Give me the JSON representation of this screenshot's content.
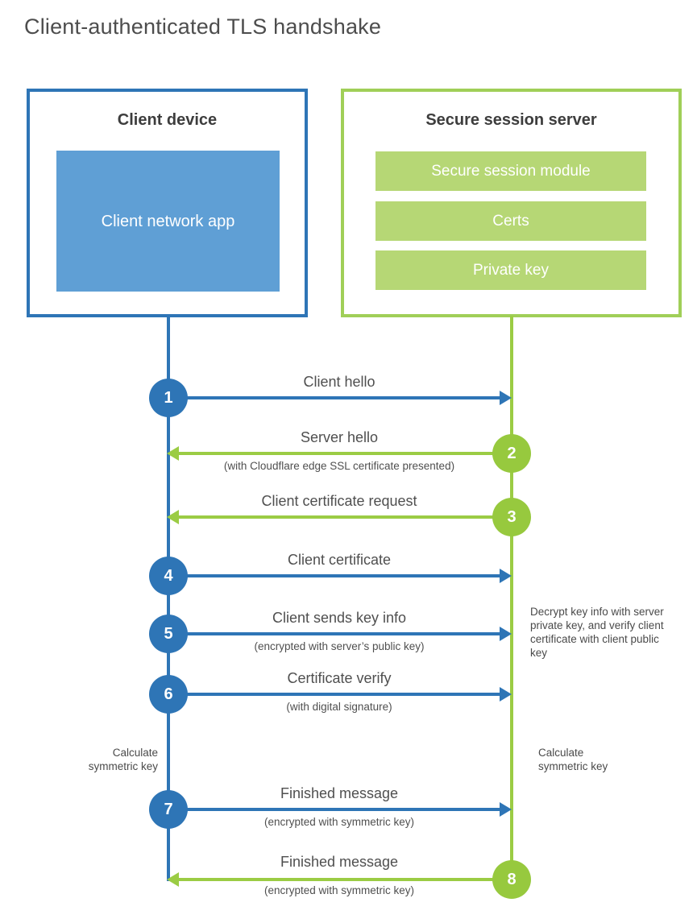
{
  "page": {
    "title": "Client-authenticated TLS handshake"
  },
  "client": {
    "title": "Client device",
    "app_label": "Client network app"
  },
  "server": {
    "title": "Secure session server",
    "modules": [
      {
        "label": "Secure session module"
      },
      {
        "label": "Certs"
      },
      {
        "label": "Private key"
      }
    ]
  },
  "steps": [
    {
      "num": "1",
      "label": "Client hello",
      "sub": "",
      "direction": "right",
      "actor": "client"
    },
    {
      "num": "2",
      "label": "Server hello",
      "sub": "(with Cloudflare edge SSL certificate presented)",
      "direction": "left",
      "actor": "server"
    },
    {
      "num": "3",
      "label": "Client certificate request",
      "sub": "",
      "direction": "left",
      "actor": "server"
    },
    {
      "num": "4",
      "label": "Client certificate",
      "sub": "",
      "direction": "right",
      "actor": "client"
    },
    {
      "num": "5",
      "label": "Client sends key info",
      "sub": "(encrypted with server’s public key)",
      "direction": "right",
      "actor": "client"
    },
    {
      "num": "6",
      "label": "Certificate verify",
      "sub": "(with digital signature)",
      "direction": "right",
      "actor": "client"
    },
    {
      "num": "7",
      "label": "Finished message",
      "sub": "(encrypted with symmetric key)",
      "direction": "right",
      "actor": "client"
    },
    {
      "num": "8",
      "label": "Finished message",
      "sub": "(encrypted with symmetric key)",
      "direction": "left",
      "actor": "server"
    }
  ],
  "notes": {
    "decrypt": "Decrypt key info with server private key, and verify client certificate with client public key",
    "calc_left": "Calculate symmetric key",
    "calc_right": "Calculate symmetric key"
  },
  "colors": {
    "client_accent": "#2e75b6",
    "client_fill": "#5f9fd5",
    "server_accent": "#9bcc44",
    "server_fill": "#b6d775",
    "text_dark": "#3d3d3d",
    "text_gray": "#4f4f4f"
  }
}
